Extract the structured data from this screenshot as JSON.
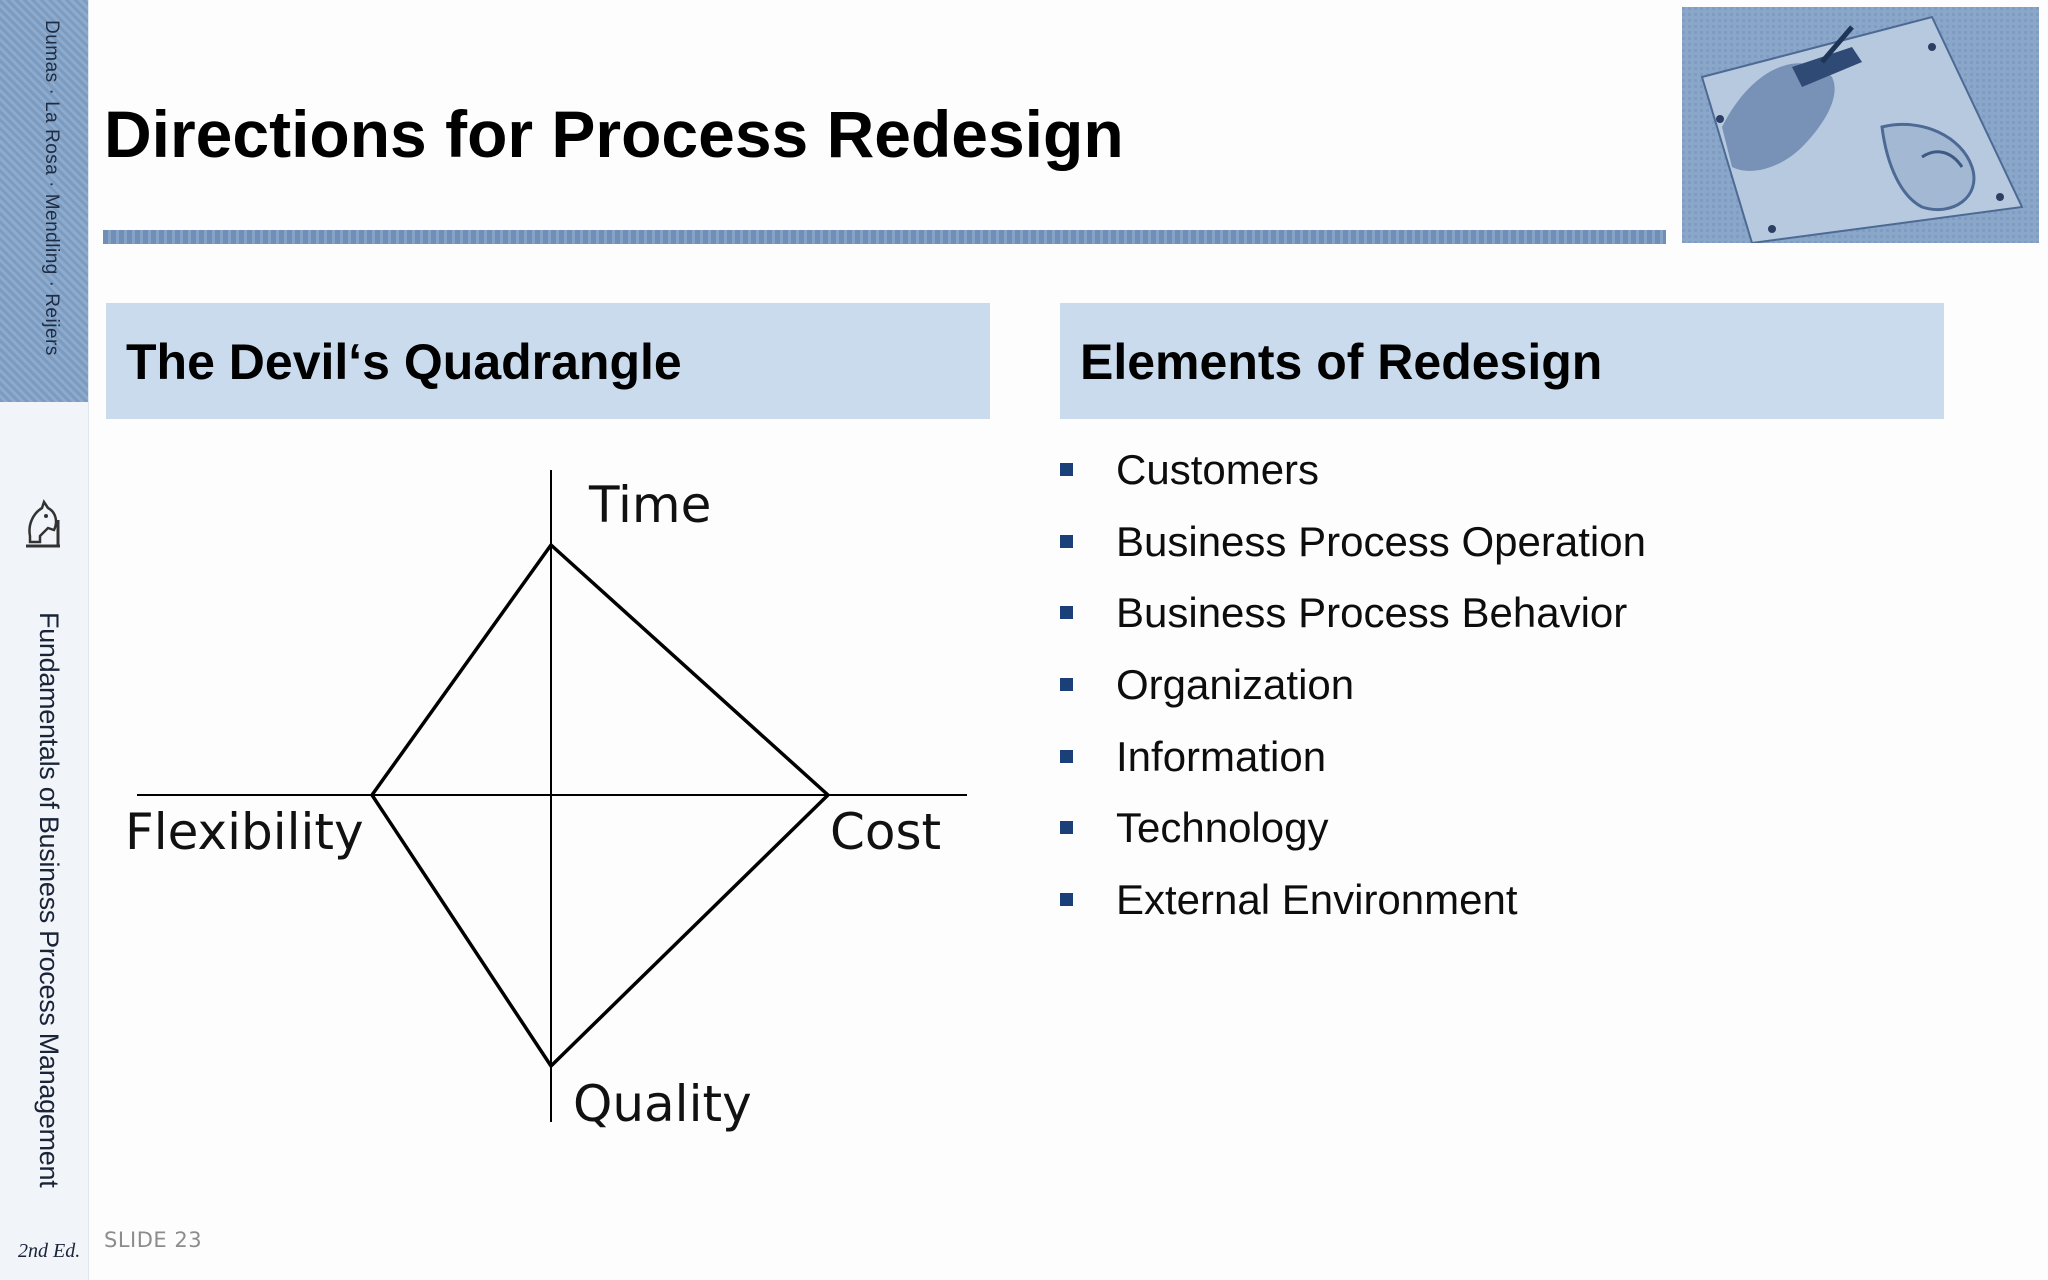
{
  "spine": {
    "authors": "Dumas · La Rosa · Mendling · Reijers",
    "book_title": "Fundamentals of Business Process Management",
    "edition": "2nd Ed.",
    "logo_icon": "knight-chess-piece-icon"
  },
  "header": {
    "title": "Directions for Process Redesign",
    "image_icon": "hand-drawing-illustration"
  },
  "left_section": {
    "title": "The Devil‘s Quadrangle",
    "diagram": {
      "top_label": "Time",
      "left_label": "Flexibility",
      "right_label": "Cost",
      "bottom_label": "Quality"
    }
  },
  "right_section": {
    "title": "Elements of Redesign",
    "items": [
      "Customers",
      "Business Process Operation",
      "Business Process Behavior",
      "Organization",
      "Information",
      "Technology",
      "External Environment"
    ]
  },
  "footer": {
    "slide_number": "SLIDE 23"
  },
  "colors": {
    "section_fill": "#cadbed",
    "bullet": "#1b3f78",
    "accent_rule": "#7b98bf"
  }
}
